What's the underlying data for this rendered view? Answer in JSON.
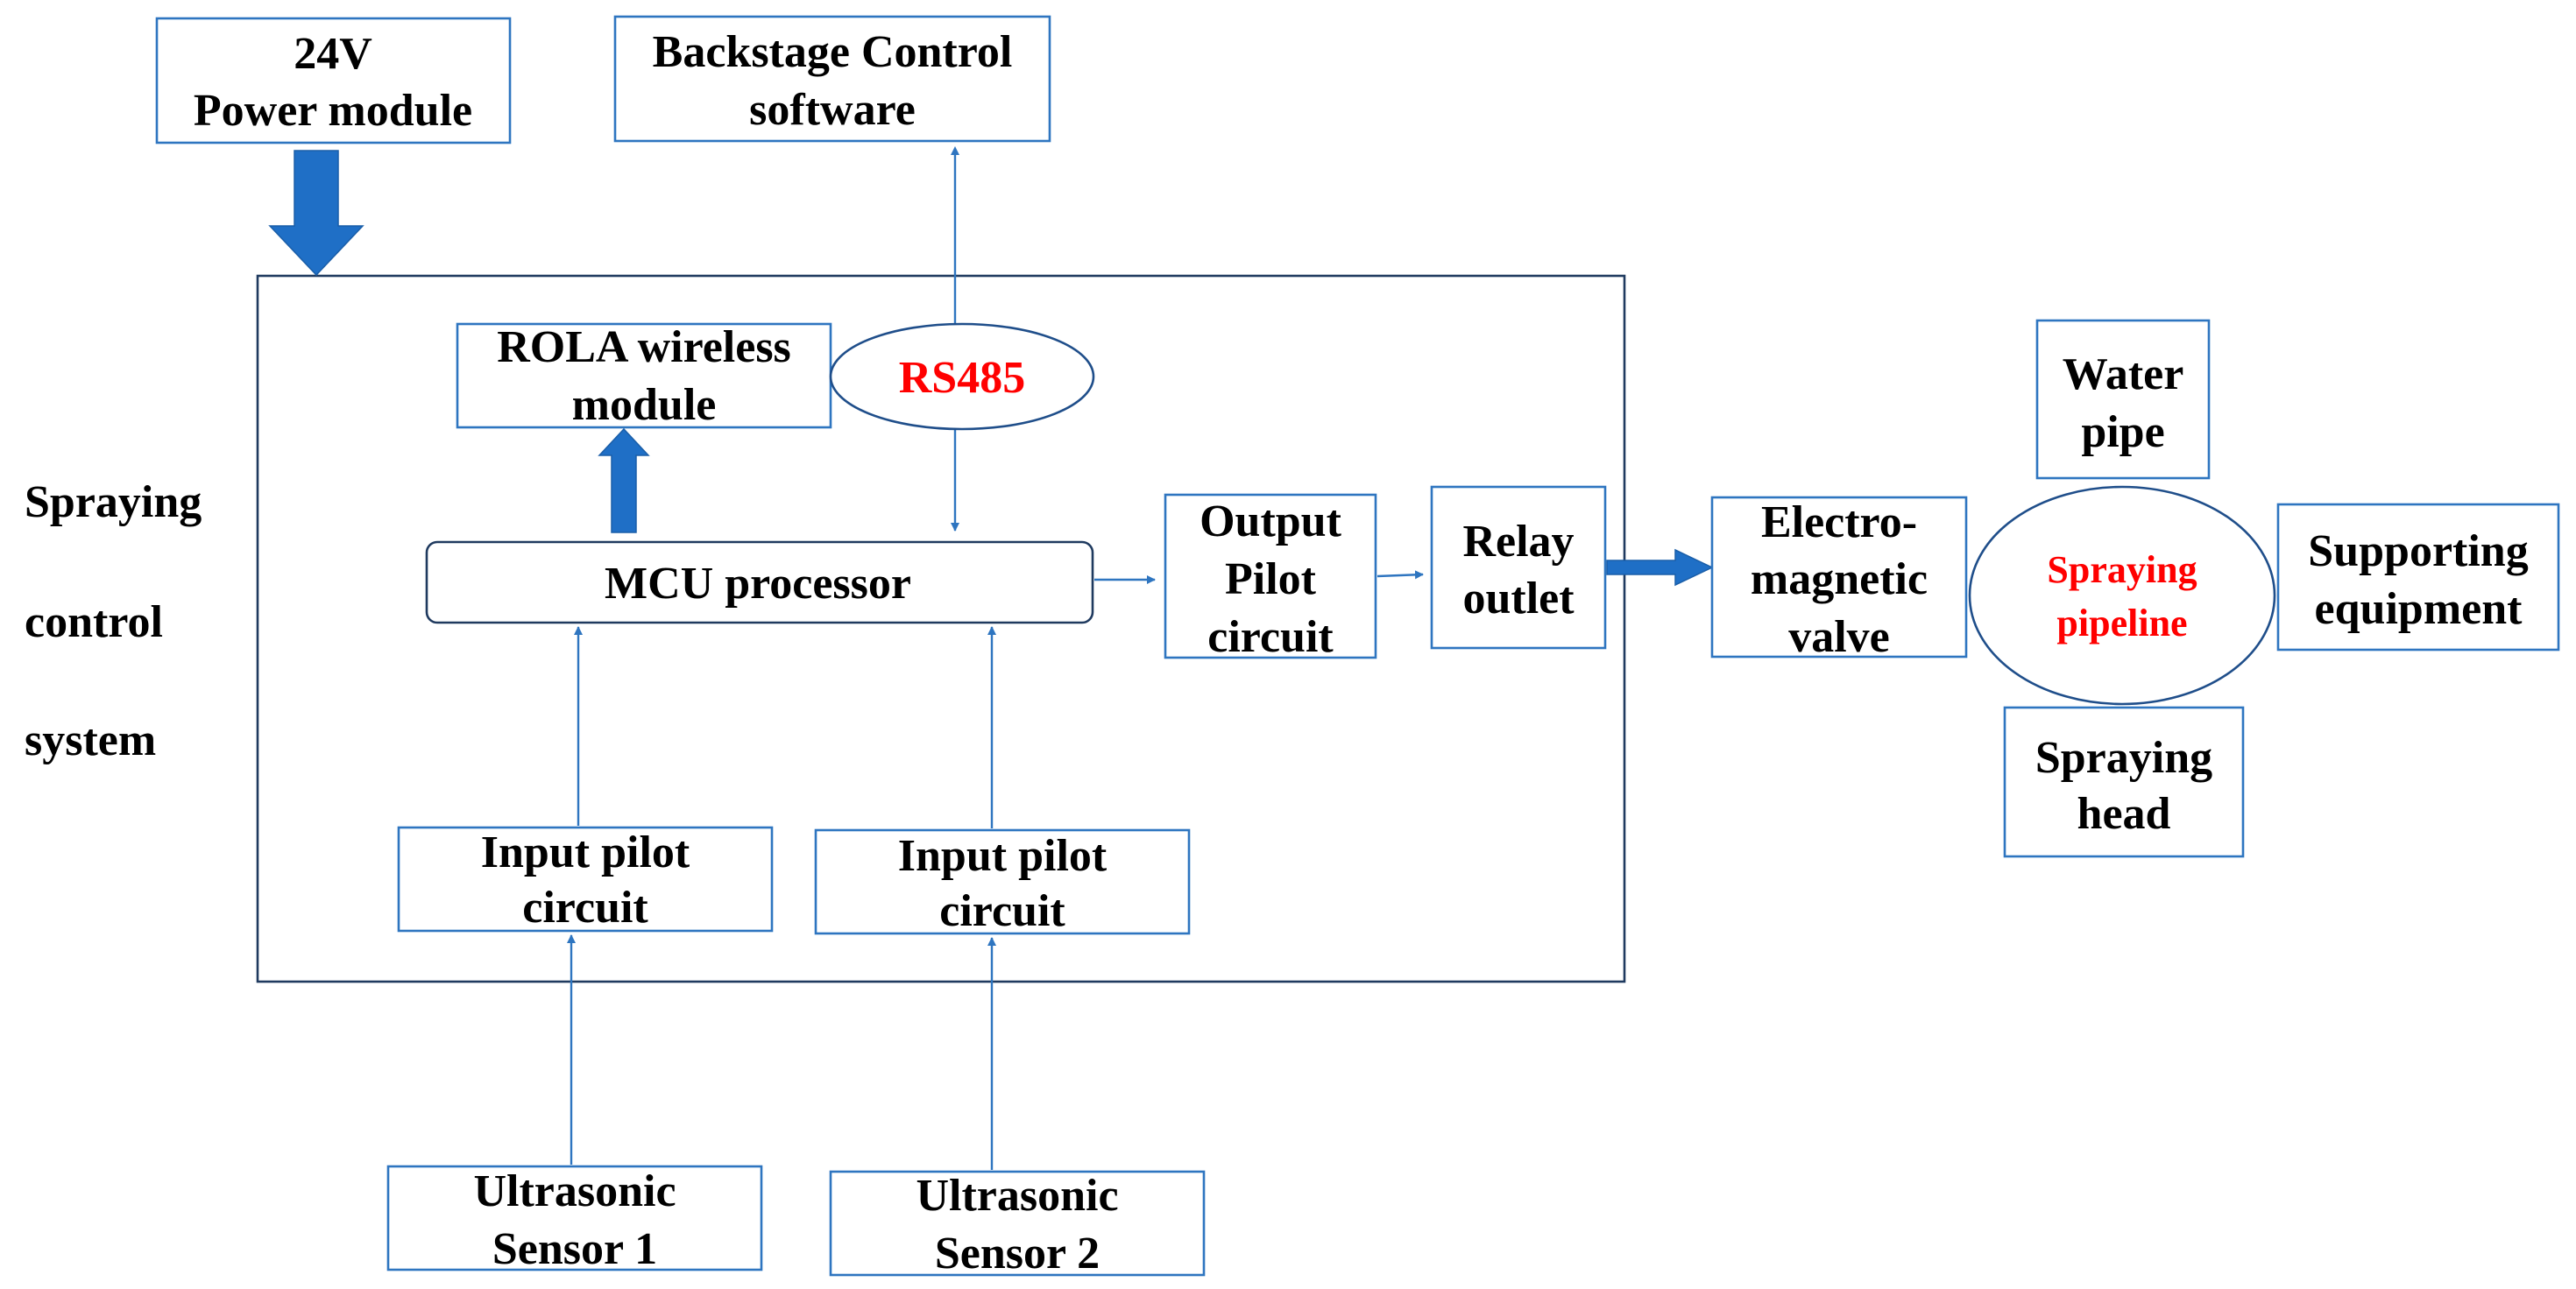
{
  "colors": {
    "box_stroke": "#2e75c0",
    "frame_stroke": "#1f3a5f",
    "arrow_fill": "#1f6fc6",
    "highlight_text": "#ff0000",
    "text": "#000000"
  },
  "system_label": {
    "line1": "Spraying",
    "line2": "control",
    "line3": "system"
  },
  "power_module": {
    "line1": "24V",
    "line2": "Power module"
  },
  "backstage": {
    "line1": "Backstage Control",
    "line2": "software"
  },
  "rola": {
    "line1": "ROLA wireless",
    "line2": "module"
  },
  "rs485": {
    "label": "RS485"
  },
  "mcu": {
    "label": "MCU processor"
  },
  "input_pilot_1": {
    "line1": "Input pilot",
    "line2": "circuit"
  },
  "input_pilot_2": {
    "line1": "Input pilot",
    "line2": "circuit"
  },
  "output_pilot": {
    "line1": "Output",
    "line2": "Pilot",
    "line3": "circuit"
  },
  "relay": {
    "line1": "Relay",
    "line2": "outlet"
  },
  "valve": {
    "line1": "Electro-",
    "line2": "magnetic",
    "line3": "valve"
  },
  "pipeline": {
    "line1": "Spraying",
    "line2": "pipeline"
  },
  "water_pipe": {
    "line1": "Water",
    "line2": "pipe"
  },
  "spraying_head": {
    "line1": "Spraying",
    "line2": "head"
  },
  "supporting": {
    "line1": "Supporting",
    "line2": "equipment"
  },
  "sensor_1": {
    "line1": "Ultrasonic",
    "line2": "Sensor 1"
  },
  "sensor_2": {
    "line1": "Ultrasonic",
    "line2": "Sensor 2"
  }
}
